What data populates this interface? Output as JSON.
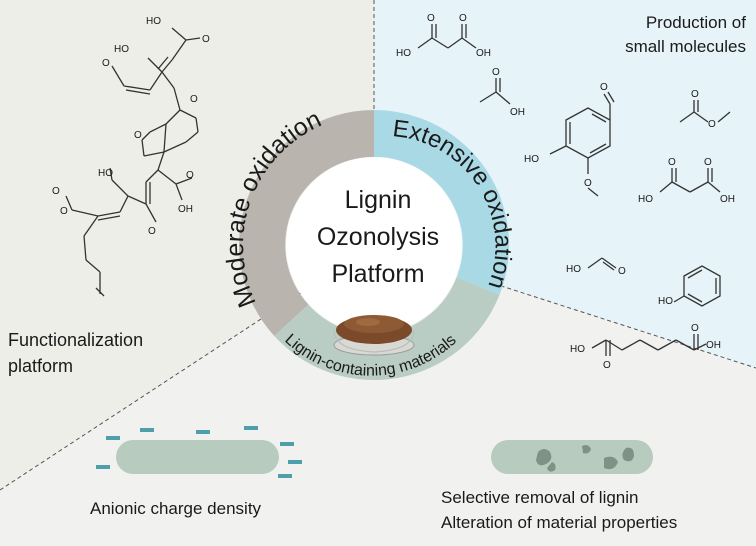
{
  "colors": {
    "upper_left_bg": "#eeeee9",
    "upper_right_bg": "#e6f3f8",
    "bottom_bg": "#f1f2ef",
    "ring_moderate": "#b9b5ae",
    "ring_extensive": "#a9d9e5",
    "ring_materials": "#b9cdc5",
    "charge_marks": "#4f9fab",
    "bar_fill": "#b8cbbf"
  },
  "center": {
    "line1": "Lignin",
    "line2": "Ozonolysis",
    "line3": "Platform"
  },
  "ring_labels": {
    "moderate": "Moderate oxidation",
    "extensive": "Extensive oxidation",
    "materials": "Lignin-containing materials"
  },
  "corner_labels": {
    "functionalization_1": "Functionalization",
    "functionalization_2": "platform",
    "production_1": "Production of",
    "production_2": "small molecules",
    "anionic": "Anionic charge density",
    "selective_1": "Selective removal of lignin",
    "selective_2": "Alteration of material properties"
  },
  "chem": {
    "ho": "HO",
    "oh": "OH",
    "o": "O"
  },
  "icons": [
    "lignin-powder-dish-icon"
  ]
}
